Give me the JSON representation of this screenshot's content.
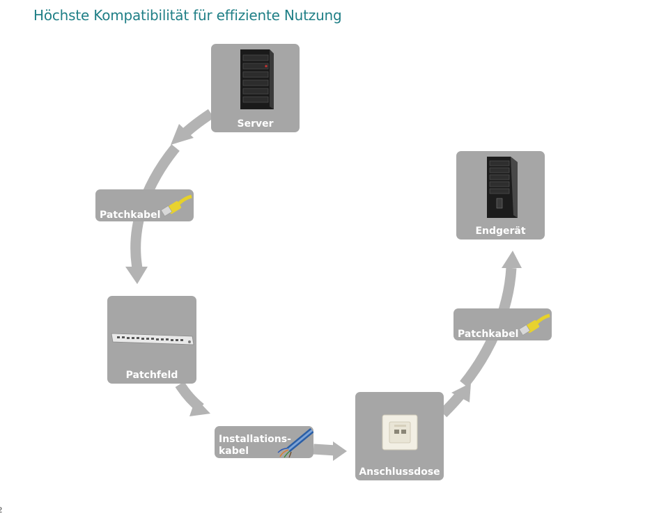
{
  "header": {
    "title": "Höchste Kompatibilität für effiziente Nutzung"
  },
  "footer": {
    "page_number": "2"
  },
  "diagram": {
    "colors": {
      "box": "#a6a6a6",
      "arrow": "#b3b3b3",
      "title": "#1f7f86"
    },
    "nodes": {
      "server": {
        "label": "Server",
        "icon": "server-rack-icon"
      },
      "patchkabel_1": {
        "label": "Patchkabel",
        "icon": "patch-cable-icon"
      },
      "patchfeld": {
        "label": "Patchfeld",
        "icon": "patch-panel-icon"
      },
      "installation": {
        "label_line1": "Installations-",
        "label_line2": "kabel",
        "icon": "installation-cable-icon"
      },
      "anschlussdose": {
        "label": "Anschlussdose",
        "icon": "wall-socket-icon"
      },
      "patchkabel_2": {
        "label": "Patchkabel",
        "icon": "patch-cable-icon"
      },
      "endgeraet": {
        "label": "Endgerät",
        "icon": "pc-tower-icon"
      }
    }
  }
}
